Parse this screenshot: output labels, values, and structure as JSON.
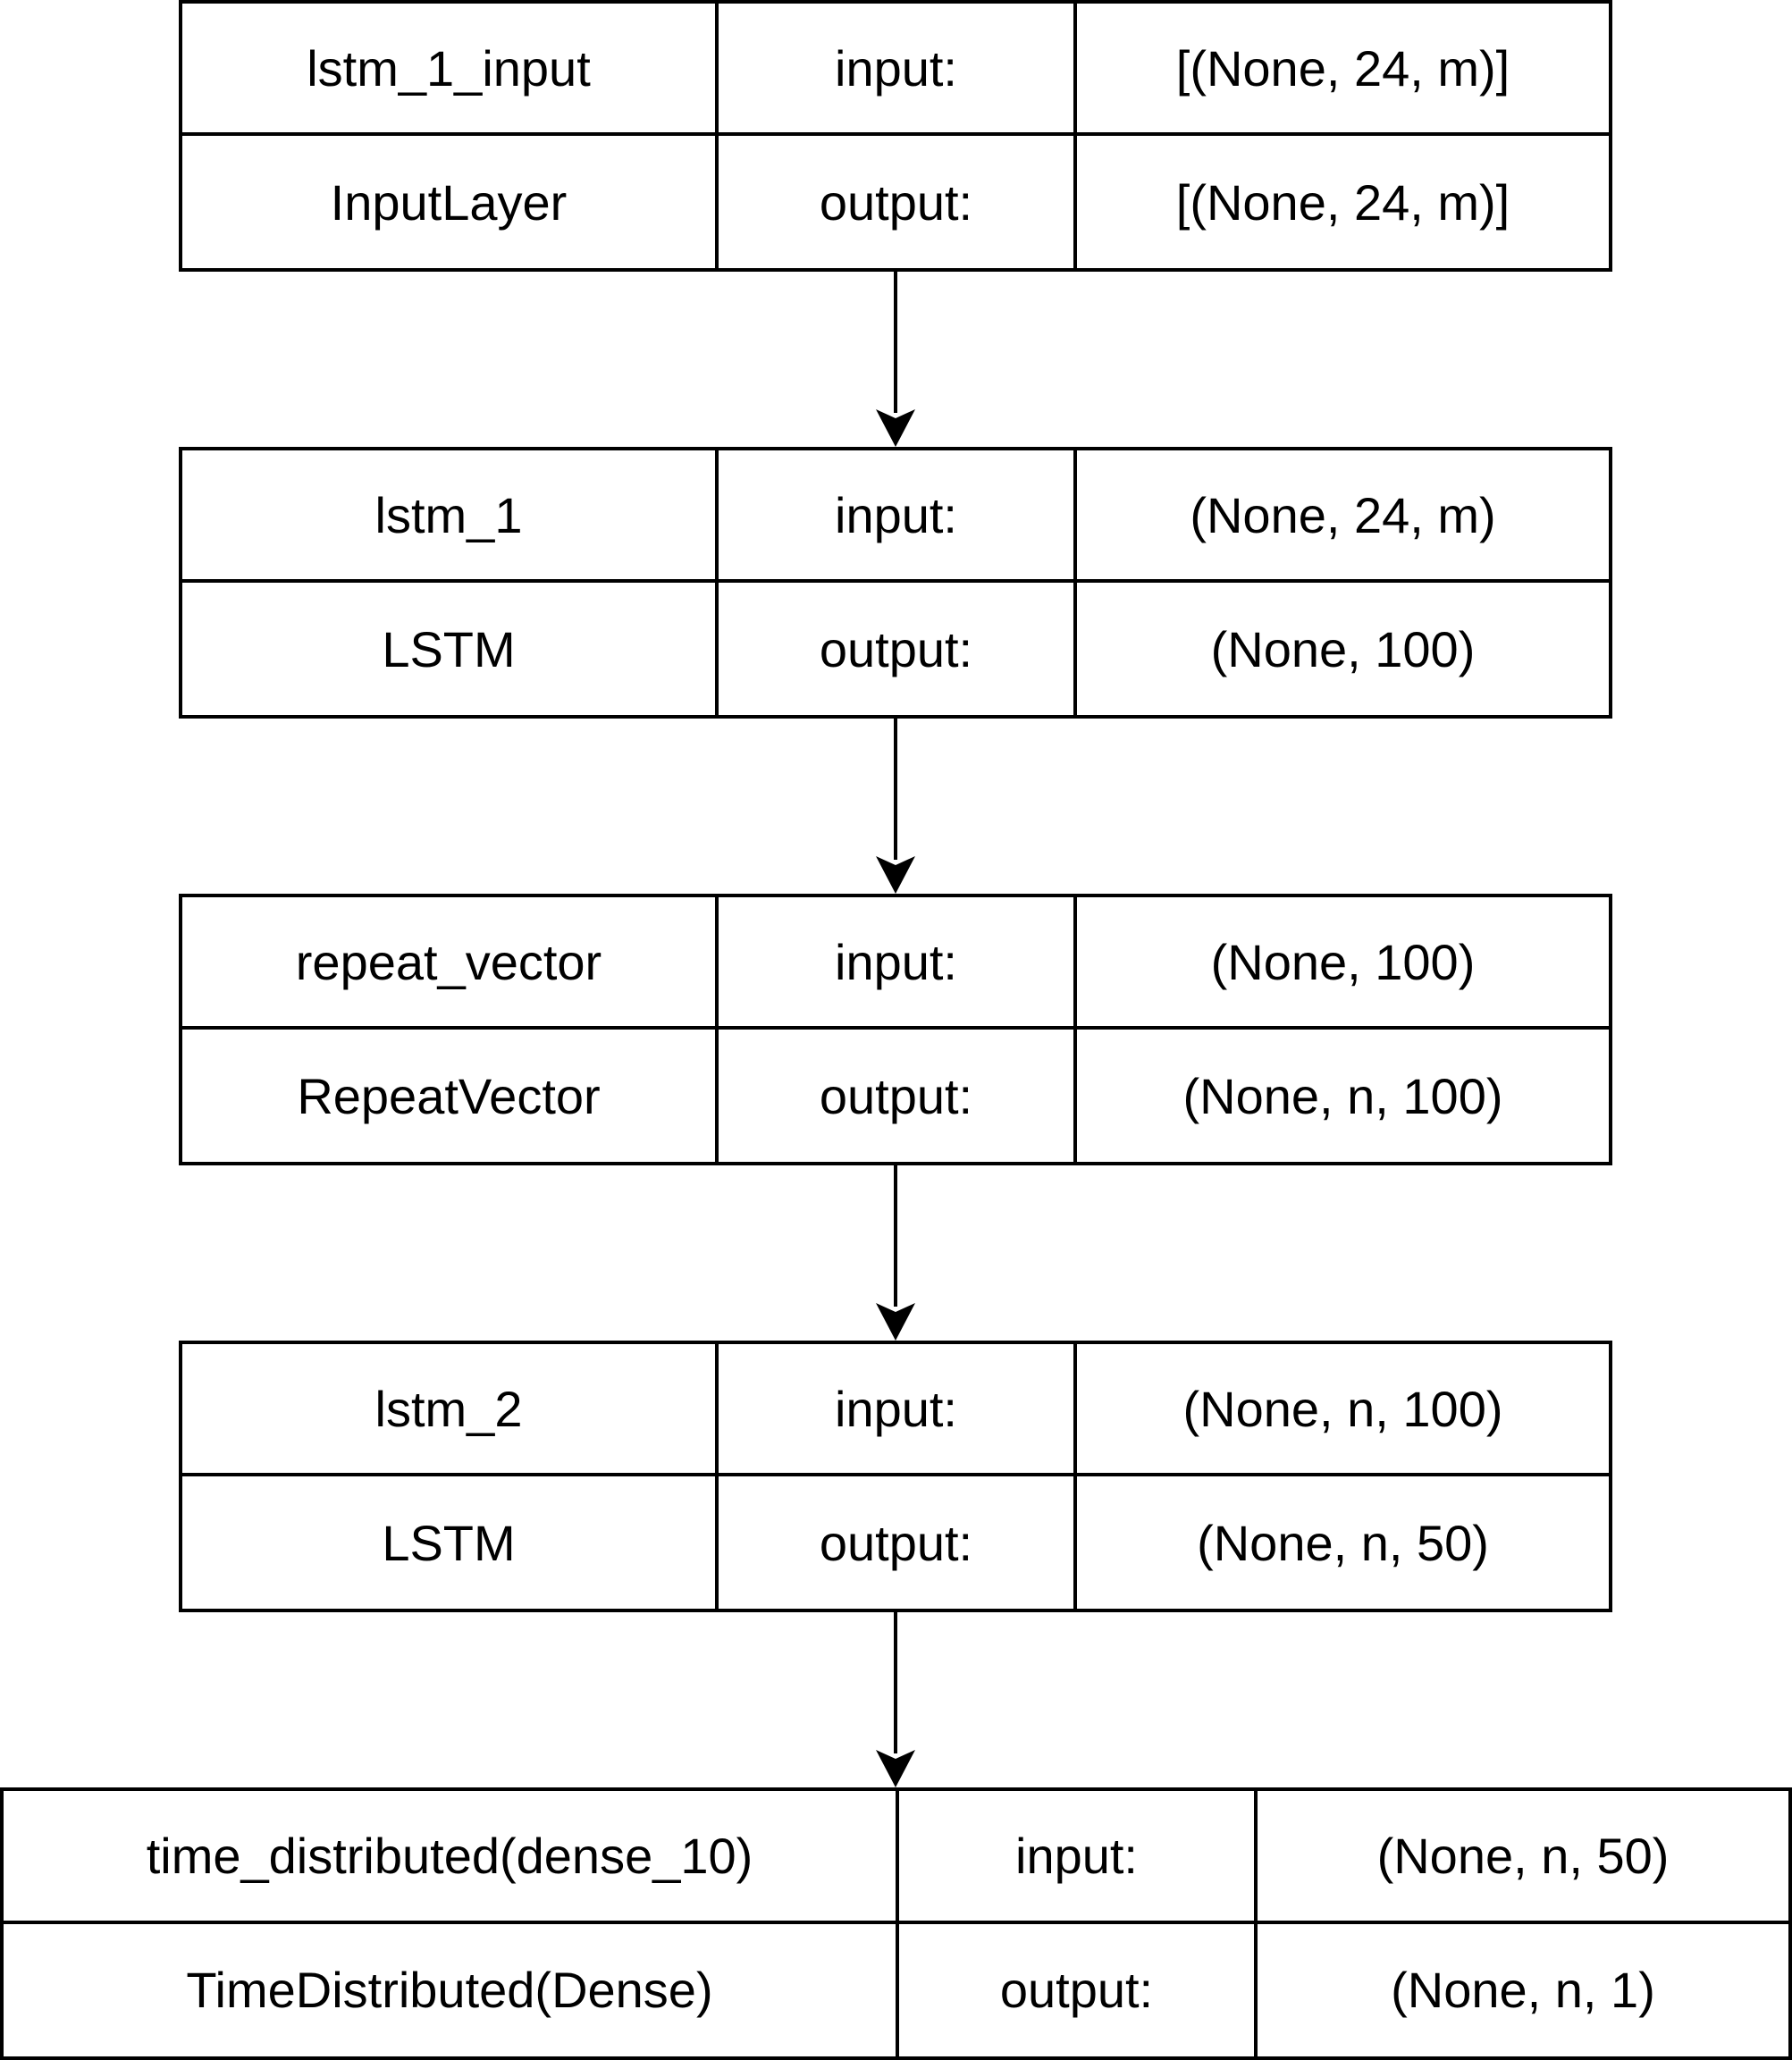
{
  "layers": [
    {
      "name": "lstm_1_input",
      "type": "InputLayer",
      "input_label": "input:",
      "input_shape": "[(None, 24, m)]",
      "output_label": "output:",
      "output_shape": "[(None, 24, m)]"
    },
    {
      "name": "lstm_1",
      "type": "LSTM",
      "input_label": "input:",
      "input_shape": "(None, 24, m)",
      "output_label": "output:",
      "output_shape": "(None, 100)"
    },
    {
      "name": "repeat_vector",
      "type": "RepeatVector",
      "input_label": "input:",
      "input_shape": "(None, 100)",
      "output_label": "output:",
      "output_shape": "(None, n, 100)"
    },
    {
      "name": "lstm_2",
      "type": "LSTM",
      "input_label": "input:",
      "input_shape": "(None, n, 100)",
      "output_label": "output:",
      "output_shape": "(None, n, 50)"
    },
    {
      "name": "time_distributed(dense_10)",
      "type": "TimeDistributed(Dense)",
      "input_label": "input:",
      "input_shape": "(None, n, 50)",
      "output_label": "output:",
      "output_shape": "(None, n, 1)"
    }
  ]
}
